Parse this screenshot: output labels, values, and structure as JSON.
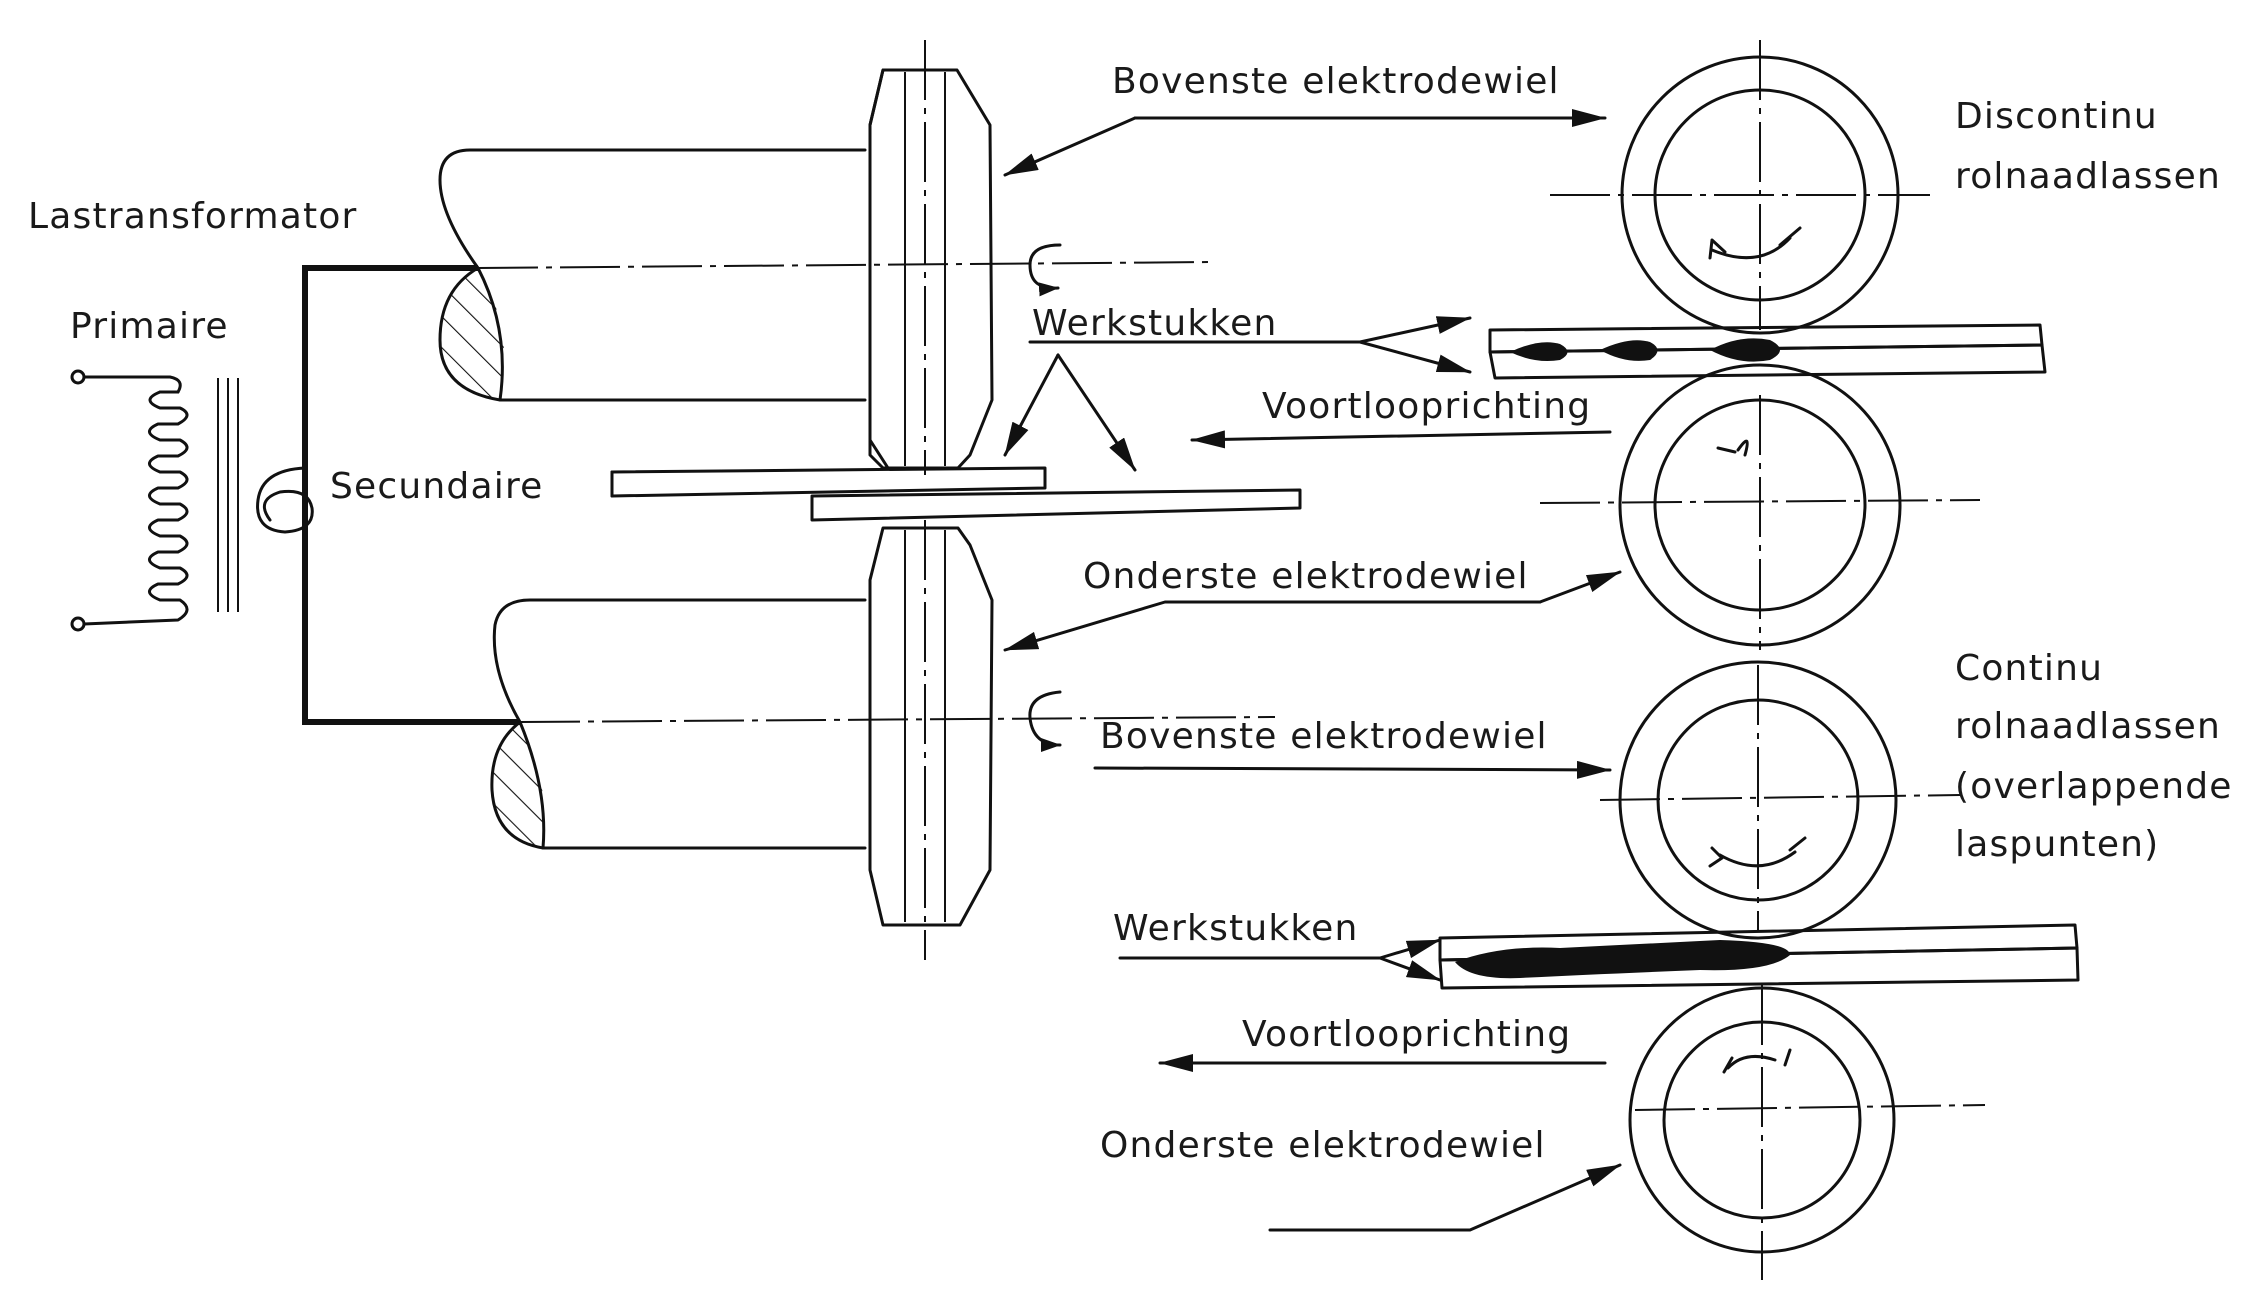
{
  "labels": {
    "lastransformator": "Lastransformator",
    "primaire": "Primaire",
    "secundaire": "Secundaire",
    "bovenste_1": "Bovenste elektrodewiel",
    "discontinu_1": "Discontinu",
    "discontinu_2": "rolnaadlassen",
    "werkstukken_1": "Werkstukken",
    "voortlooprichting_1": "Voortlooprichting",
    "onderste_1": "Onderste elektrodewiel",
    "bovenste_2": "Bovenste elektrodewiel",
    "continu_1": "Continu",
    "continu_2": "rolnaadlassen",
    "continu_3": "(overlappende",
    "continu_4": "laspunten)",
    "werkstukken_2": "Werkstukken",
    "voortlooprichting_2": "Voortlooprichting",
    "onderste_2": "Onderste elektrodewiel"
  },
  "colors": {
    "ink": "#111111",
    "background": "#ffffff"
  }
}
